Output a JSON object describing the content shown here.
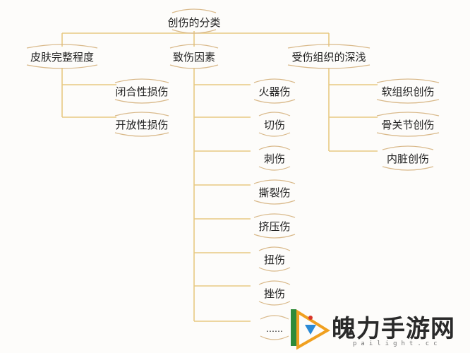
{
  "root": {
    "label": "创伤的分类"
  },
  "categories": [
    {
      "label": "皮肤完整程度",
      "children": [
        "闭合性损伤",
        "开放性损伤"
      ]
    },
    {
      "label": "致伤因素",
      "children": [
        "火器伤",
        "切伤",
        "刺伤",
        "撕裂伤",
        "挤压伤",
        "扭伤",
        "挫伤",
        "……"
      ]
    },
    {
      "label": "受伤组织的深浅",
      "children": [
        "软组织创伤",
        "骨关节创伤",
        "内脏创伤"
      ]
    }
  ],
  "watermark": {
    "text": "魄力手游网",
    "url": "pailight.cc",
    "colors": {
      "green": "#2e8b3a",
      "orange": "#f0a020",
      "blue": "#2b8ad6",
      "red": "#d8352a"
    }
  },
  "colors": {
    "line": "#e8c982",
    "arc": "#d9b98a",
    "text": "#222222"
  }
}
